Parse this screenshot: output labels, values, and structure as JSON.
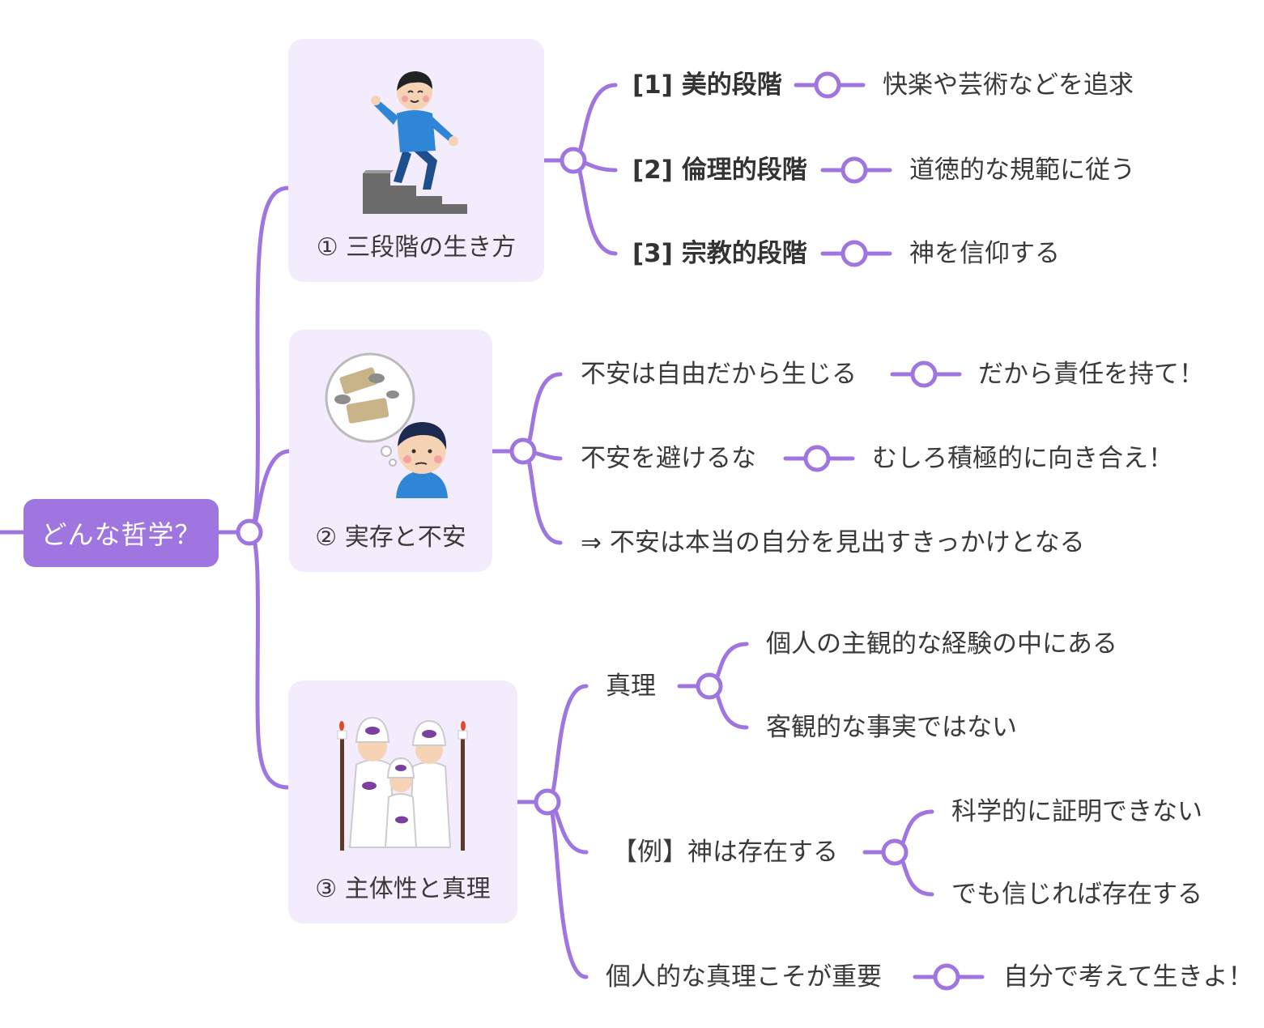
{
  "root": {
    "label": "どんな哲学？"
  },
  "branches": [
    {
      "title": "① 三段階の生き方",
      "illustration": "person-climbing-stairs",
      "items": [
        {
          "label": "[1] 美的段階",
          "detail": "快楽や芸術などを追求"
        },
        {
          "label": "[2] 倫理的段階",
          "detail": "道徳的な規範に従う"
        },
        {
          "label": "[3] 宗教的段階",
          "detail": "神を信仰する"
        }
      ]
    },
    {
      "title": "② 実存と不安",
      "illustration": "worried-person-thinking-of-money",
      "items": [
        {
          "label": "不安は自由だから生じる",
          "detail": "だから責任を持て！"
        },
        {
          "label": "不安を避けるな",
          "detail": "むしろ積極的に向き合え！"
        },
        {
          "label": "⇒ 不安は本当の自分を見出すきっかけとなる"
        }
      ]
    },
    {
      "title": "③ 主体性と真理",
      "illustration": "religious-family",
      "items": [
        {
          "label": "真理",
          "children": [
            "個人の主観的な経験の中にある",
            "客観的な事実ではない"
          ]
        },
        {
          "label": "【例】神は存在する",
          "children": [
            "科学的に証明できない",
            "でも信じれば存在する"
          ]
        },
        {
          "label": "個人的な真理こそが重要",
          "detail": "自分で考えて生きよ！"
        }
      ]
    }
  ],
  "colors": {
    "line": "#9f76e0",
    "card": "#f3ecfc",
    "root": "#9f76e0",
    "text": "#3a3a3a"
  }
}
